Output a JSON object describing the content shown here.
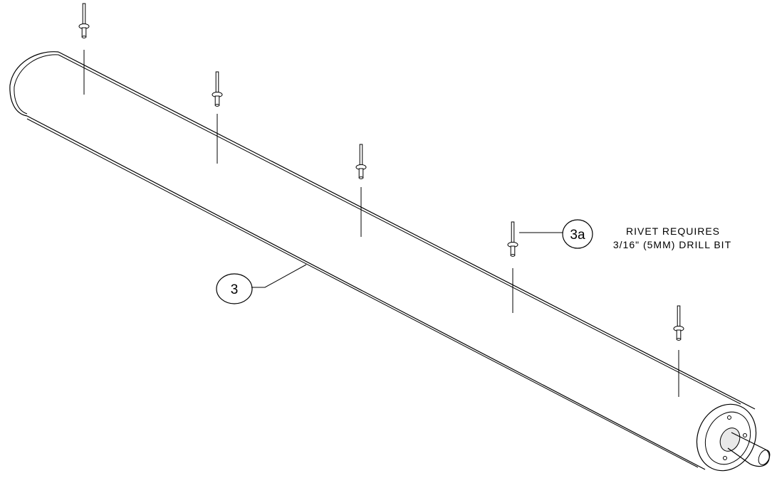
{
  "callouts": {
    "part_3": "3",
    "part_3a": "3a"
  },
  "note": {
    "line1": "RIVET REQUIRES",
    "line2": "3/16\" (5MM) DRILL BIT"
  },
  "parts": [
    {
      "id": "3",
      "name": "roller-tube"
    },
    {
      "id": "3a",
      "name": "rivet"
    }
  ],
  "rivet_count": 5
}
